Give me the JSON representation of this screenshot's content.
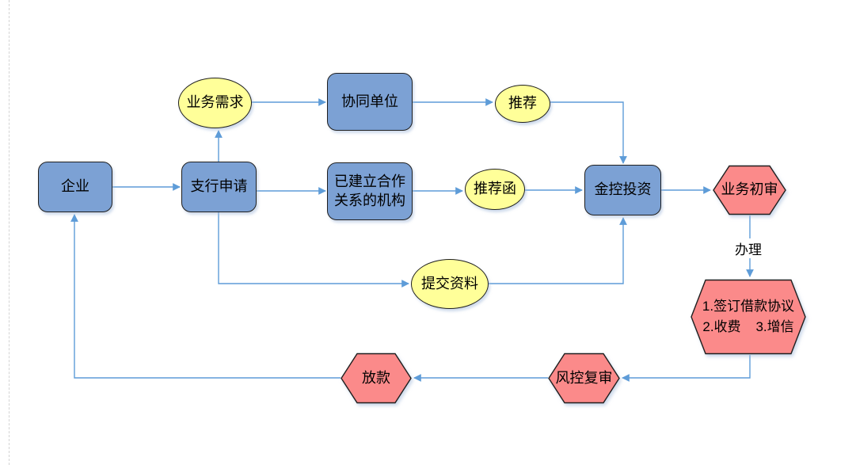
{
  "colors": {
    "process_fill": "#7ca1d4",
    "terminal_fill": "#ffff99",
    "review_fill": "#fb8a8a",
    "shape_border": "#1f1f1f",
    "connector": "#5e9cd8"
  },
  "nodes": {
    "enterprise": {
      "label": "企业"
    },
    "branch_application": {
      "label": "支行申请"
    },
    "business_demand": {
      "label": "业务需求"
    },
    "cooperating_unit": {
      "label": "协同单位"
    },
    "recommendation": {
      "label": "推荐"
    },
    "partner_institution": {
      "label": "已建立合作\n关系的机构"
    },
    "recommendation_letter": {
      "label": "推荐函"
    },
    "jinkong_investment": {
      "label": "金控投资"
    },
    "preliminary_review": {
      "label": "业务初审"
    },
    "sign_fee_credit": {
      "label": "1.签订借款协议\n2.收费    3.增信"
    },
    "risk_control_review": {
      "label": "风控复审"
    },
    "loan_disbursement": {
      "label": "放款"
    },
    "submit_materials": {
      "label": "提交资料"
    }
  },
  "edge_labels": {
    "handle": "办理"
  }
}
